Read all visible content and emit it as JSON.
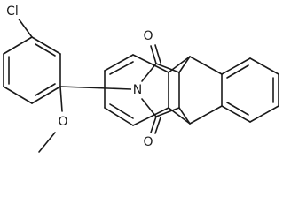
{
  "molecule": {
    "atoms": {
      "chlorine": "Cl",
      "nitrogen": "N",
      "oxygen_methoxy": "O",
      "oxygen_carbonyl_top": "O",
      "oxygen_carbonyl_bottom": "O"
    }
  }
}
